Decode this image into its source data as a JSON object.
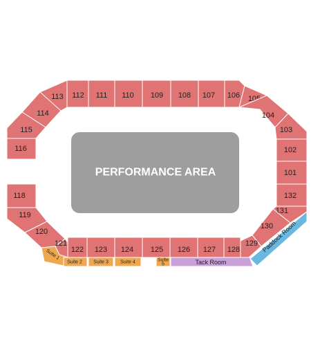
{
  "colors": {
    "section": "#e07373",
    "suite": "#f0a850",
    "tack_room": "#c9a0d8",
    "paddock_room": "#6ab8e0",
    "stage": "#9e9e9e",
    "stroke": "#ffffff"
  },
  "performance_area": {
    "label": "PERFORMANCE AREA"
  },
  "sections": [
    "112",
    "111",
    "110",
    "109",
    "108",
    "107",
    "106",
    "113",
    "114",
    "115",
    "116",
    "105",
    "104",
    "103",
    "102",
    "101",
    "132",
    "131",
    "130",
    "129",
    "118",
    "119",
    "120",
    "121",
    "122",
    "123",
    "124",
    "125",
    "126",
    "127",
    "128"
  ],
  "suites": [
    "Suite 1",
    "Suite 2",
    "Suite 3",
    "Suite 4",
    "Suite",
    "5"
  ],
  "rooms": {
    "tack_room": "Tack Room",
    "paddock_room": "Paddock Room"
  }
}
